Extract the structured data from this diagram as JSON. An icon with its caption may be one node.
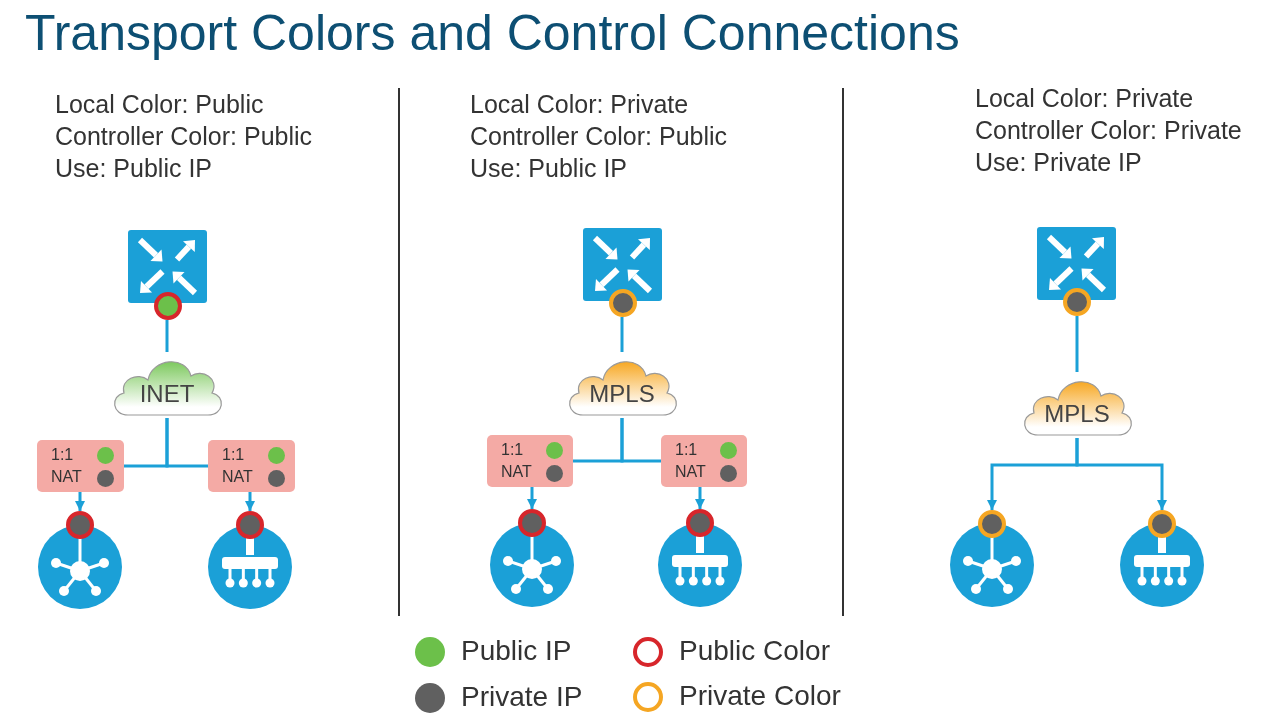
{
  "diagram": {
    "title": "Transport Colors and Control Connections",
    "nodes": [
      {
        "text": [],
        "shape": "box"
      },
      {
        "text": [],
        "shape": "circle"
      },
      {
        "text": [
          "INET"
        ]
      },
      {
        "text": [
          "1:1 NAT"
        ]
      },
      {
        "text": [
          "1:1 NAT"
        ]
      },
      {
        "text": [],
        "shape": "circle"
      },
      {
        "text": [],
        "shape": "circle"
      },
      {
        "text": [],
        "shape": "circle"
      },
      {
        "text": [],
        "shape": "circle"
      },
      {
        "text": [],
        "shape": "box"
      },
      {
        "text": [],
        "shape": "circle"
      },
      {
        "text": [
          "MPLS"
        ]
      },
      {
        "text": [
          "1:1 NAT"
        ]
      },
      {
        "text": [
          "1:1 NAT"
        ]
      },
      {
        "text": [],
        "shape": "circle"
      },
      {
        "text": [],
        "shape": "circle"
      },
      {
        "text": [],
        "shape": "circle"
      },
      {
        "text": [],
        "shape": "circle"
      },
      {
        "text": [],
        "shape": "box"
      },
      {
        "text": [],
        "shape": "circle"
      },
      {
        "text": [
          "MPLS"
        ]
      },
      {
        "text": [],
        "shape": "circle"
      },
      {
        "text": [],
        "shape": "circle"
      },
      {
        "text": [],
        "shape": "circle"
      },
      {
        "text": [],
        "shape": "circle"
      }
    ],
    "edges": [
      {
        "from": 1,
        "to": 2,
        "arrow": "none"
      },
      {
        "from": 2,
        "to": 3,
        "arrow": "none"
      },
      {
        "from": 2,
        "to": 4,
        "arrow": "none"
      },
      {
        "from": 3,
        "to": 5,
        "arrow": "to"
      },
      {
        "from": 4,
        "to": 6,
        "arrow": "to"
      },
      {
        "from": 10,
        "to": 11,
        "arrow": "none"
      },
      {
        "from": 11,
        "to": 12,
        "arrow": "none"
      },
      {
        "from": 11,
        "to": 13,
        "arrow": "none"
      },
      {
        "from": 12,
        "to": 14,
        "arrow": "to"
      },
      {
        "from": 13,
        "to": 15,
        "arrow": "to"
      },
      {
        "from": 19,
        "to": 20,
        "arrow": "none"
      },
      {
        "from": 20,
        "to": 21,
        "arrow": "to"
      },
      {
        "from": 20,
        "to": 22,
        "arrow": "to"
      }
    ],
    "labels": [
      "Local Color: Public",
      "Controller Color: Public",
      "Use: Public IP",
      "Local Color: Private",
      "Controller Color: Public",
      "Use: Public IP",
      "Local Color: Private",
      "Controller Color: Private",
      "Use: Private IP"
    ],
    "legend": [
      {
        "text": "Public IP",
        "color": "#6cc04a"
      },
      {
        "text": "Private IP",
        "color": "#606060"
      },
      {
        "text": "Public Color"
      },
      {
        "text": "Private Color"
      }
    ]
  }
}
